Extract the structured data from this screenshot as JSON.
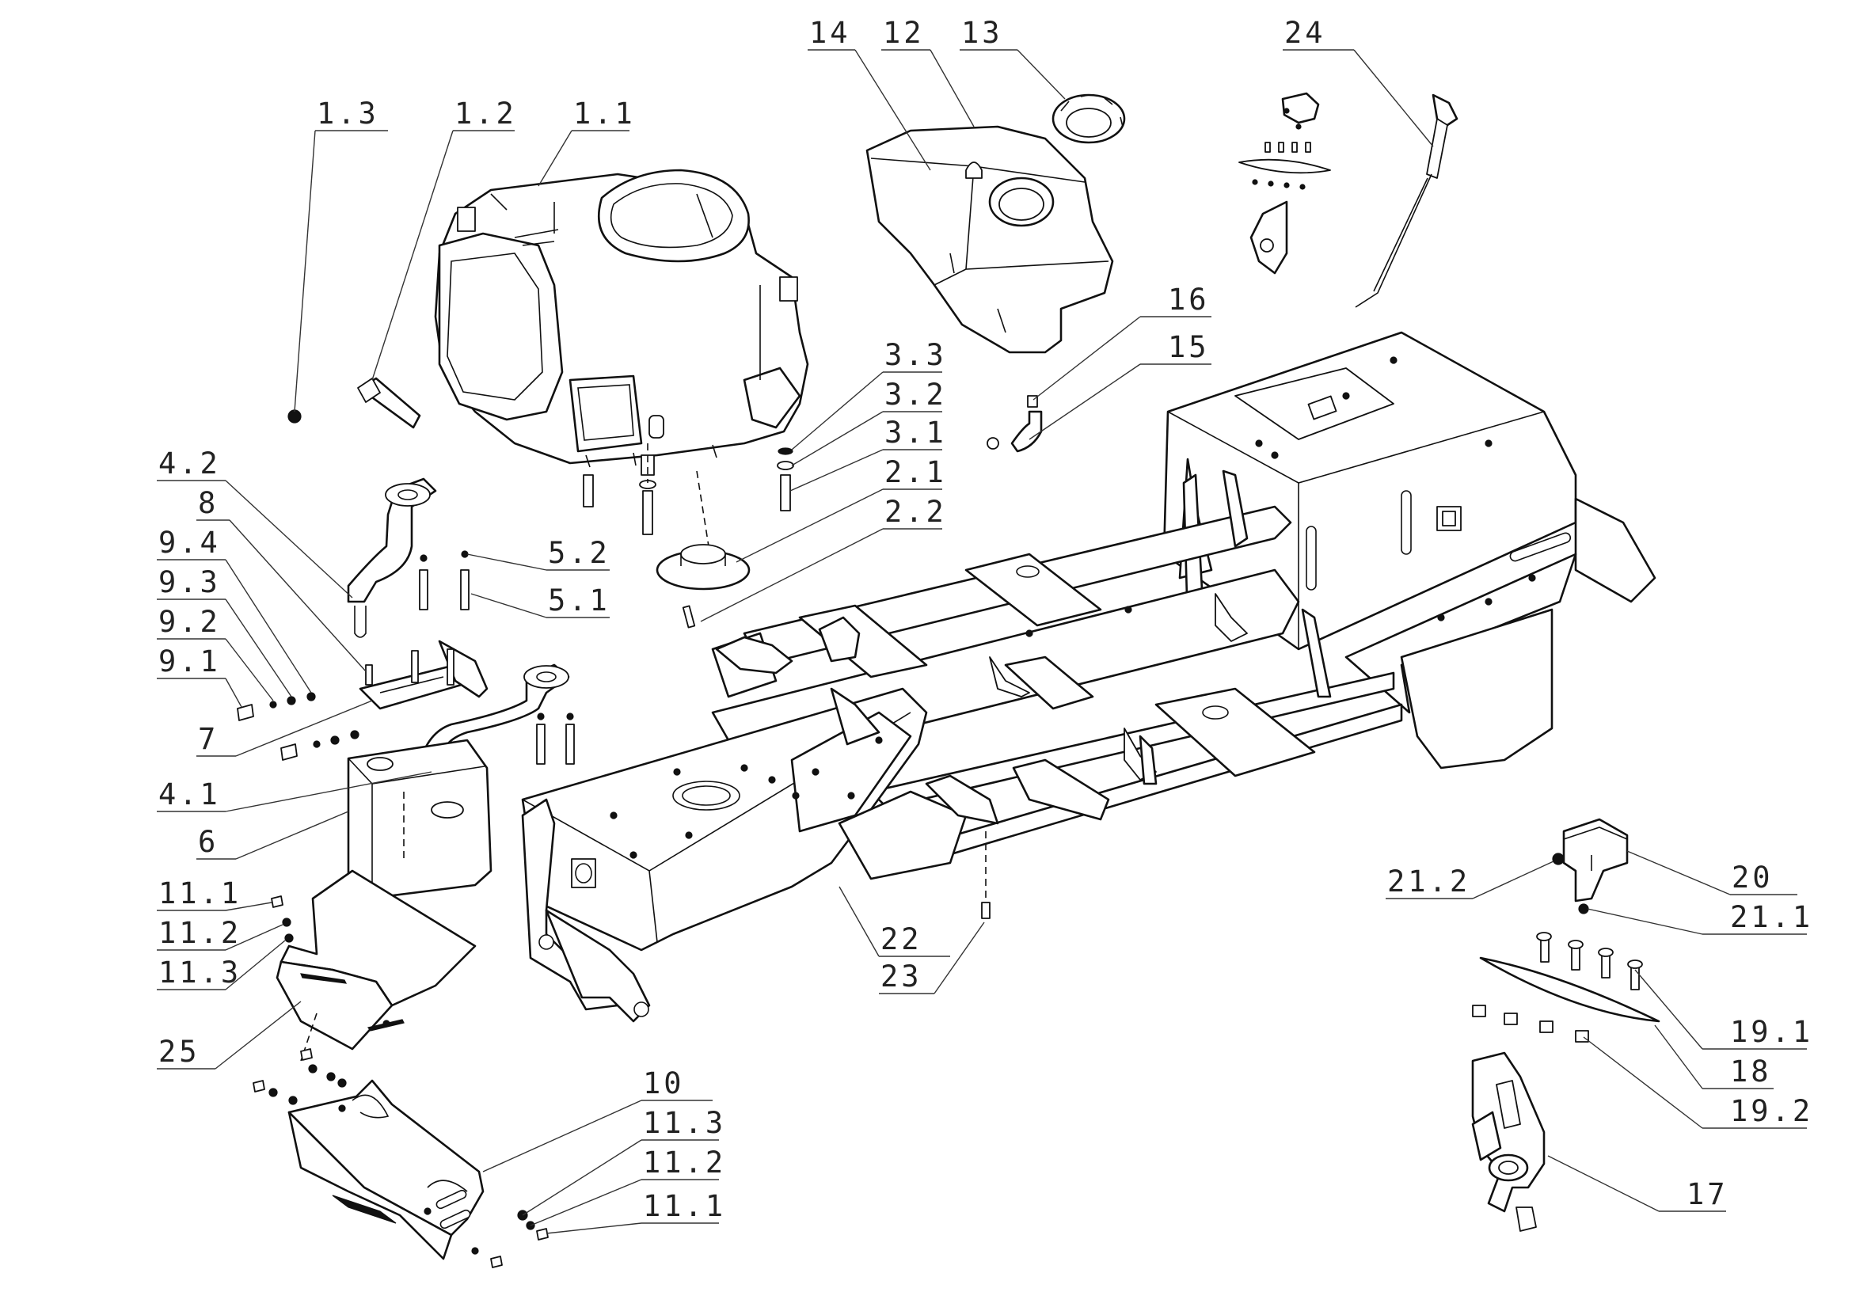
{
  "diagram": {
    "callouts": [
      {
        "id": "1.3",
        "label": "1.3"
      },
      {
        "id": "1.2",
        "label": "1.2"
      },
      {
        "id": "1.1",
        "label": "1.1"
      },
      {
        "id": "14",
        "label": "14"
      },
      {
        "id": "12",
        "label": "12"
      },
      {
        "id": "13",
        "label": "13"
      },
      {
        "id": "24",
        "label": "24"
      },
      {
        "id": "16",
        "label": "16"
      },
      {
        "id": "15",
        "label": "15"
      },
      {
        "id": "3.3",
        "label": "3.3"
      },
      {
        "id": "3.2",
        "label": "3.2"
      },
      {
        "id": "3.1",
        "label": "3.1"
      },
      {
        "id": "2.1",
        "label": "2.1"
      },
      {
        "id": "2.2",
        "label": "2.2"
      },
      {
        "id": "4.2",
        "label": "4.2"
      },
      {
        "id": "8",
        "label": "8"
      },
      {
        "id": "9.4",
        "label": "9.4"
      },
      {
        "id": "9.3",
        "label": "9.3"
      },
      {
        "id": "9.2",
        "label": "9.2"
      },
      {
        "id": "9.1",
        "label": "9.1"
      },
      {
        "id": "5.2",
        "label": "5.2"
      },
      {
        "id": "5.1",
        "label": "5.1"
      },
      {
        "id": "7",
        "label": "7"
      },
      {
        "id": "4.1",
        "label": "4.1"
      },
      {
        "id": "6",
        "label": "6"
      },
      {
        "id": "11.1-left",
        "label": "11.1"
      },
      {
        "id": "11.2-left",
        "label": "11.2"
      },
      {
        "id": "11.3-left",
        "label": "11.3"
      },
      {
        "id": "25",
        "label": "25"
      },
      {
        "id": "22",
        "label": "22"
      },
      {
        "id": "23",
        "label": "23"
      },
      {
        "id": "10",
        "label": "10"
      },
      {
        "id": "11.3-right",
        "label": "11.3"
      },
      {
        "id": "11.2-right",
        "label": "11.2"
      },
      {
        "id": "11.1-right",
        "label": "11.1"
      },
      {
        "id": "21.2",
        "label": "21.2"
      },
      {
        "id": "20",
        "label": "20"
      },
      {
        "id": "21.1",
        "label": "21.1"
      },
      {
        "id": "19.1",
        "label": "19.1"
      },
      {
        "id": "18",
        "label": "18"
      },
      {
        "id": "19.2",
        "label": "19.2"
      },
      {
        "id": "17",
        "label": "17"
      }
    ]
  }
}
